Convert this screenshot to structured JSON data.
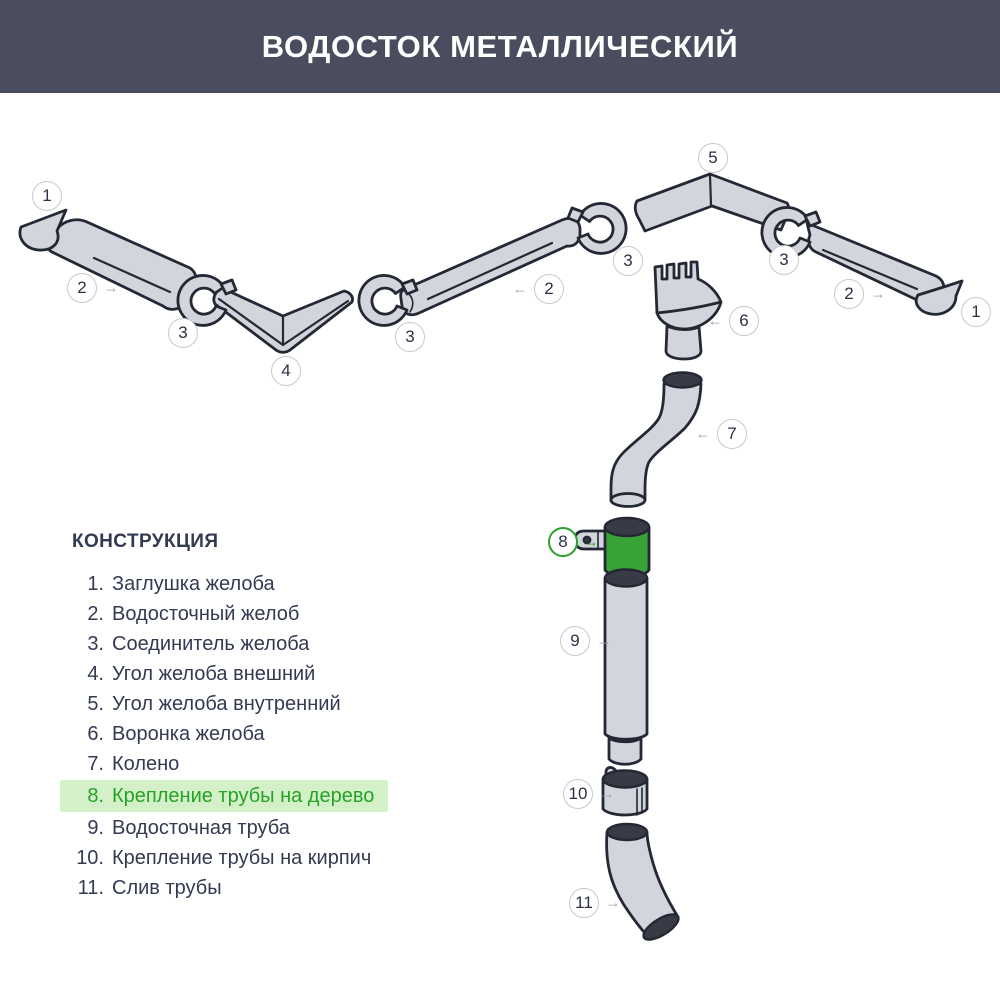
{
  "header": {
    "title": "ВОДОСТОК МЕТАЛЛИЧЕСКИЙ"
  },
  "legend": {
    "heading": "КОНСТРУКЦИЯ",
    "items": [
      {
        "num": "1.",
        "label": "Заглушка желоба",
        "highlighted": false
      },
      {
        "num": "2.",
        "label": "Водосточный желоб",
        "highlighted": false
      },
      {
        "num": "3.",
        "label": "Соединитель желоба",
        "highlighted": false
      },
      {
        "num": "4.",
        "label": "Угол желоба внешний",
        "highlighted": false
      },
      {
        "num": "5.",
        "label": "Угол желоба внутренний",
        "highlighted": false
      },
      {
        "num": "6.",
        "label": "Воронка желоба",
        "highlighted": false
      },
      {
        "num": "7.",
        "label": "Колено",
        "highlighted": false
      },
      {
        "num": "8.",
        "label": "Крепление трубы на дерево",
        "highlighted": true
      },
      {
        "num": "9.",
        "label": "Водосточная труба",
        "highlighted": false
      },
      {
        "num": "10.",
        "label": "Крепление трубы на кирпич",
        "highlighted": false
      },
      {
        "num": "11.",
        "label": "Слив трубы",
        "highlighted": false
      }
    ]
  },
  "callouts": [
    {
      "label": "1",
      "arrow": ""
    },
    {
      "label": "2",
      "arrow": "→"
    },
    {
      "label": "3",
      "arrow": ""
    },
    {
      "label": "4",
      "arrow": ""
    },
    {
      "label": "3",
      "arrow": ""
    },
    {
      "label": "2",
      "arrow": "←"
    },
    {
      "label": "3",
      "arrow": ""
    },
    {
      "label": "5",
      "arrow": ""
    },
    {
      "label": "3",
      "arrow": ""
    },
    {
      "label": "2",
      "arrow": "→"
    },
    {
      "label": "1",
      "arrow": ""
    },
    {
      "label": "6",
      "arrow": "←"
    },
    {
      "label": "7",
      "arrow": "←"
    },
    {
      "label": "8",
      "arrow": "→"
    },
    {
      "label": "9",
      "arrow": "→"
    },
    {
      "label": "10",
      "arrow": "→"
    },
    {
      "label": "11",
      "arrow": "→"
    }
  ],
  "colors": {
    "header_bg": "#4a4d5e",
    "accent_green": "#2aa32a",
    "highlight_bg": "#d3f0c9",
    "part_fill": "#d3d5dc",
    "part_outline": "#242834",
    "dark_opening": "#383b45",
    "callout_border": "#c7c9ce",
    "text": "#333a52",
    "arrow_gray": "#a3a6ad"
  }
}
